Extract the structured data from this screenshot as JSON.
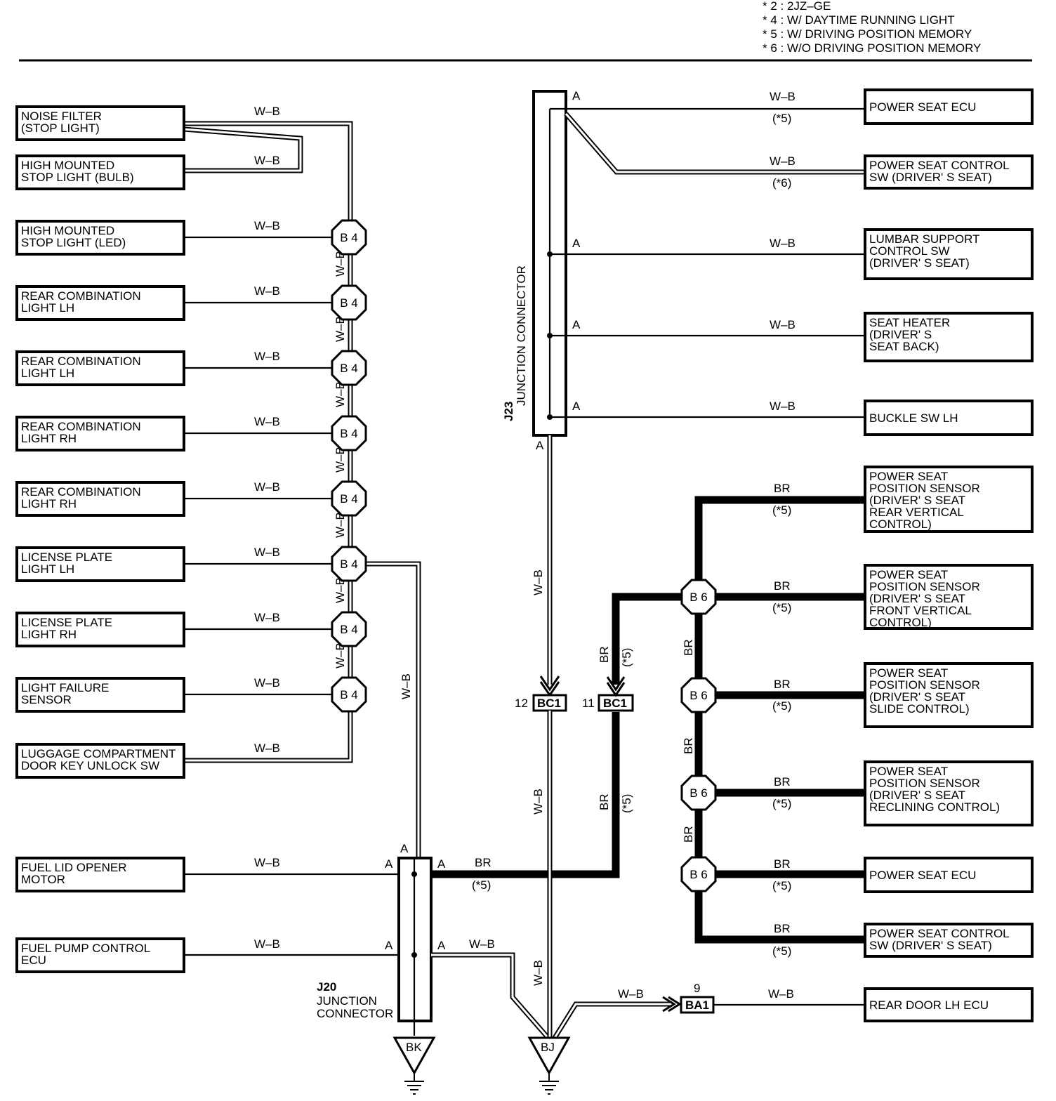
{
  "notes": [
    "* 2 : 2JZ–GE",
    "* 4 : W/ DAYTIME RUNNING LIGHT",
    "* 5 : W/ DRIVING POSITION MEMORY",
    "* 6 : W/O DRIVING POSITION MEMORY"
  ],
  "left_components": [
    [
      "NOISE FILTER",
      "(STOP LIGHT)"
    ],
    [
      "HIGH MOUNTED",
      "STOP LIGHT (BULB)"
    ],
    [
      "HIGH MOUNTED",
      "STOP LIGHT (LED)"
    ],
    [
      "REAR COMBINATION",
      "LIGHT LH"
    ],
    [
      "REAR COMBINATION",
      "LIGHT LH"
    ],
    [
      "REAR COMBINATION",
      "LIGHT RH"
    ],
    [
      "REAR COMBINATION",
      "LIGHT RH"
    ],
    [
      "LICENSE PLATE",
      "LIGHT LH"
    ],
    [
      "LICENSE PLATE",
      "LIGHT RH"
    ],
    [
      "LIGHT FAILURE",
      "SENSOR"
    ],
    [
      "LUGGAGE COMPARTMENT",
      "DOOR KEY UNLOCK SW"
    ],
    [
      "FUEL LID OPENER",
      "MOTOR"
    ],
    [
      "FUEL PUMP CONTROL",
      "ECU"
    ]
  ],
  "right_components": [
    [
      "POWER SEAT ECU"
    ],
    [
      "POWER SEAT CONTROL",
      "SW (DRIVER' S SEAT)"
    ],
    [
      "LUMBAR SUPPORT",
      "CONTROL SW",
      "(DRIVER' S SEAT)"
    ],
    [
      "SEAT HEATER",
      "(DRIVER' S",
      " SEAT BACK)"
    ],
    [
      "BUCKLE SW LH"
    ],
    [
      "POWER SEAT",
      "POSITION SENSOR",
      "(DRIVER' S SEAT",
      " REAR VERTICAL",
      " CONTROL)"
    ],
    [
      "POWER SEAT",
      "POSITION SENSOR",
      "(DRIVER' S SEAT",
      " FRONT VERTICAL",
      " CONTROL)"
    ],
    [
      "POWER SEAT",
      "POSITION SENSOR",
      "(DRIVER' S SEAT",
      " SLIDE CONTROL)"
    ],
    [
      "POWER SEAT",
      "POSITION SENSOR",
      "(DRIVER' S SEAT",
      " RECLINING CONTROL)"
    ],
    [
      "POWER SEAT ECU"
    ],
    [
      "POWER SEAT CONTROL",
      "SW (DRIVER' S SEAT)"
    ],
    [
      "REAR DOOR LH ECU"
    ]
  ],
  "wire_colors": {
    "wb": "W–B",
    "br": "BR"
  },
  "conditions": {
    "c5": "(*5)",
    "c6": "(*6)",
    "c5_rot": "(*5)"
  },
  "splices": {
    "b4": "B 4",
    "b6": "B 6"
  },
  "connectors": {
    "bc1": "BC1",
    "ba1": "BA1",
    "pin12": "12",
    "pin11": "11",
    "pin9": "9",
    "pin_a": "A"
  },
  "junctions": {
    "j23_code": "J23",
    "j23_name": "JUNCTION CONNECTOR",
    "j20_code": "J20",
    "j20_name1": "JUNCTION",
    "j20_name2": "CONNECTOR"
  },
  "grounds": {
    "bk": "BK",
    "bj": "BJ"
  },
  "colors": {
    "line": "#000000",
    "background": "#ffffff"
  }
}
